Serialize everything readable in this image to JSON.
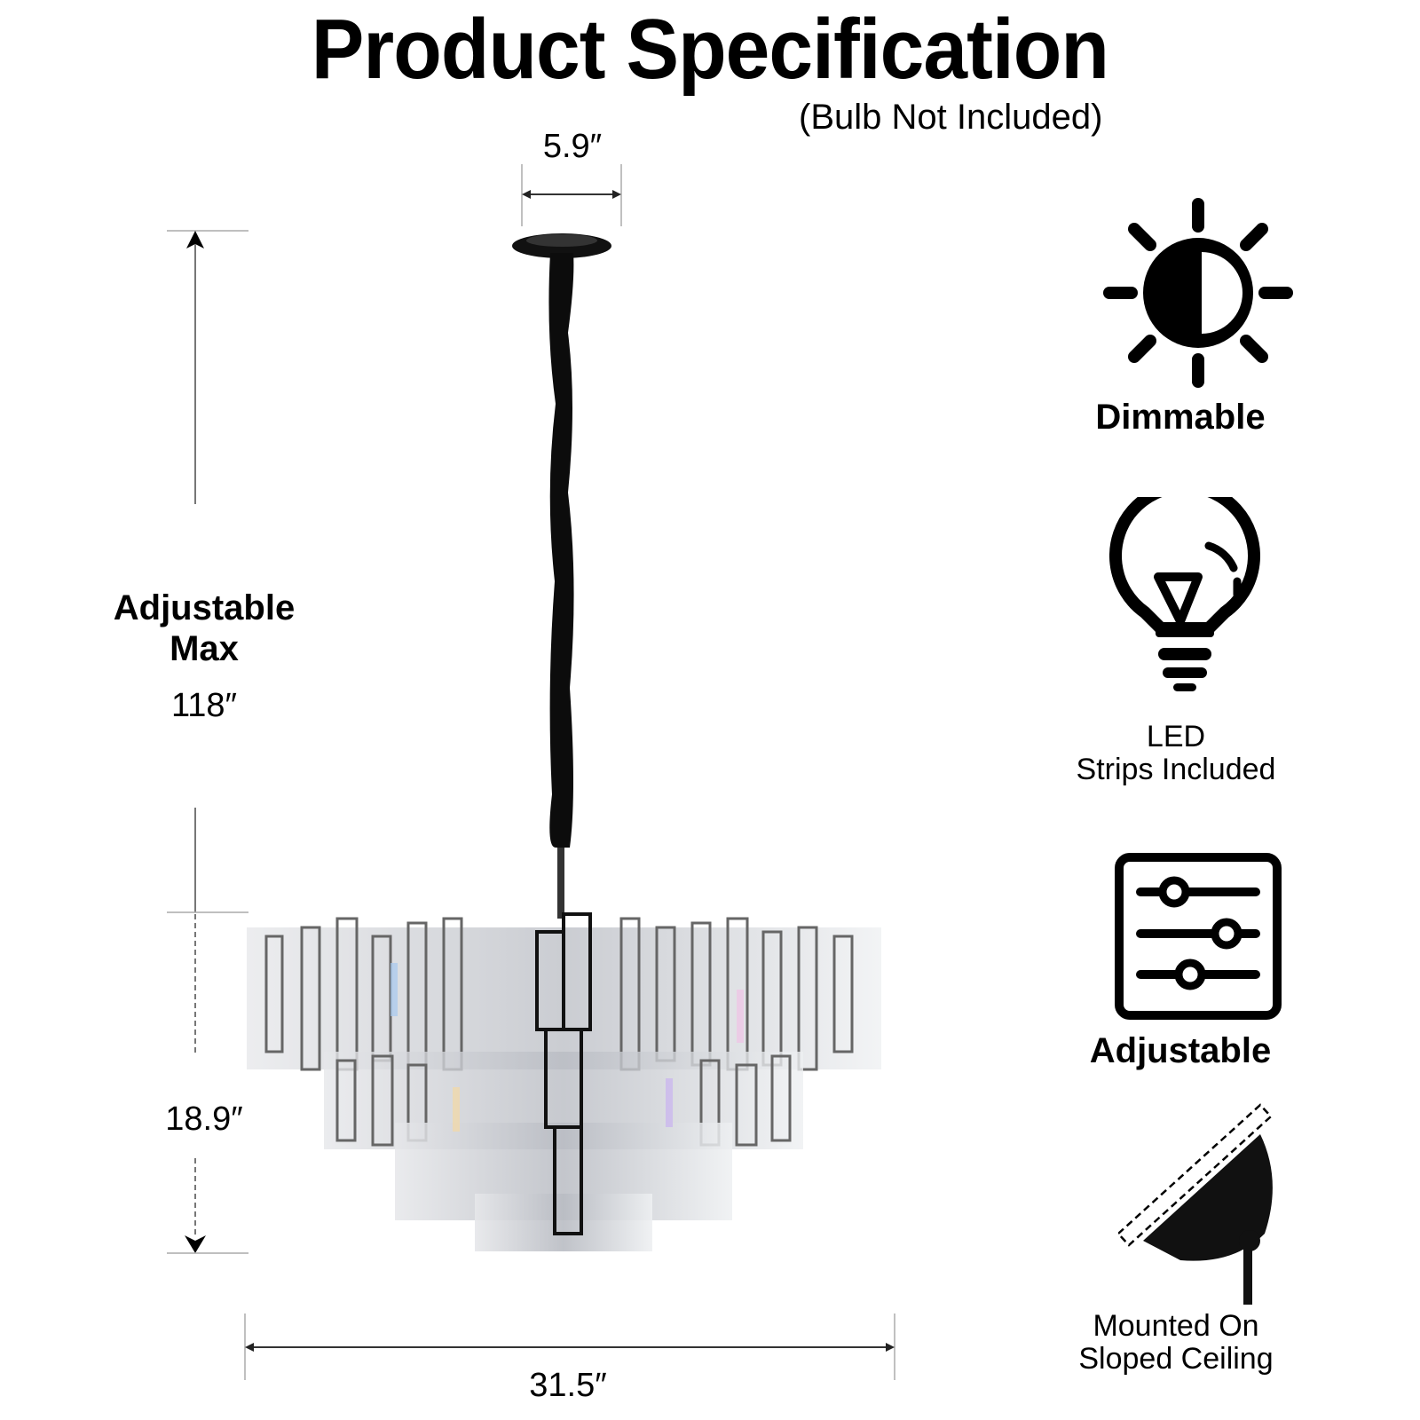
{
  "header": {
    "title": "Product Specification",
    "subtitle": "(Bulb Not Included)"
  },
  "dimensions": {
    "canopy_width": "5.9″",
    "adjustable_label_line1": "Adjustable",
    "adjustable_label_line2": "Max",
    "adjustable_max_height": "118″",
    "fixture_height": "18.9″",
    "fixture_width": "31.5″"
  },
  "features": [
    {
      "icon": "sun-half-icon",
      "label_line1": "Dimmable",
      "label_line2": ""
    },
    {
      "icon": "lightbulb-icon",
      "label_line1": "LED",
      "label_line2": "Strips Included"
    },
    {
      "icon": "sliders-icon",
      "label_line1": "Adjustable",
      "label_line2": ""
    },
    {
      "icon": "sloped-ceiling-mount-icon",
      "label_line1": "Mounted On",
      "label_line2": "Sloped Ceiling"
    }
  ],
  "product": {
    "name": "crystal chandelier",
    "finish_colors": {
      "metal": "#1a1a1a",
      "crystal": "#c9cbd0",
      "chrome": "#8c8f96"
    }
  }
}
